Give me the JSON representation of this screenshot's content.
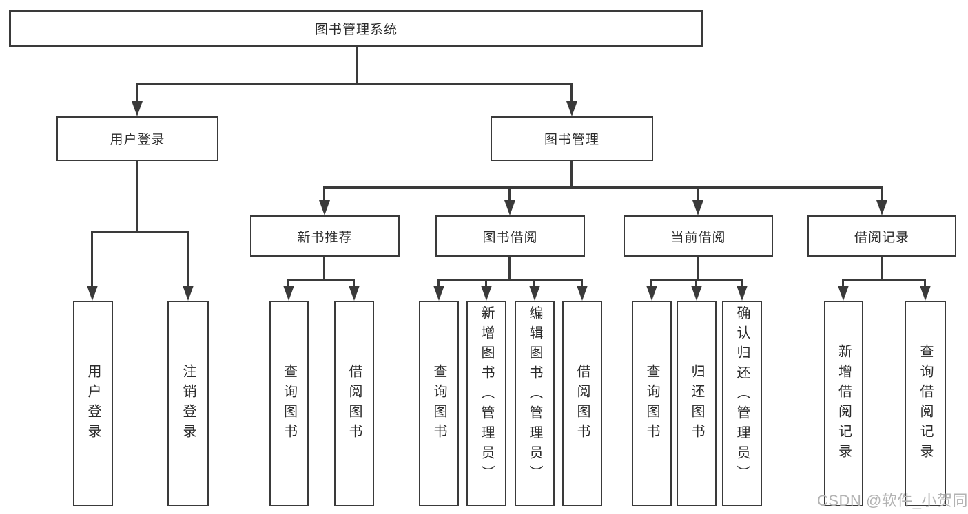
{
  "diagram": {
    "root": {
      "label": "图书管理系统"
    },
    "user_login": {
      "label": "用户登录",
      "children": [
        {
          "label": "用户登录"
        },
        {
          "label": "注销登录"
        }
      ]
    },
    "book_mgmt": {
      "label": "图书管理",
      "groups": [
        {
          "label": "新书推荐",
          "children": [
            {
              "label": "查询图书"
            },
            {
              "label": "借阅图书"
            }
          ]
        },
        {
          "label": "图书借阅",
          "children": [
            {
              "label": "查询图书"
            },
            {
              "label": "新增图书（管理员）"
            },
            {
              "label": "编辑图书（管理员）"
            },
            {
              "label": "借阅图书"
            }
          ]
        },
        {
          "label": "当前借阅",
          "children": [
            {
              "label": "查询图书"
            },
            {
              "label": "归还图书"
            },
            {
              "label": "确认归还（管理员）"
            }
          ]
        },
        {
          "label": "借阅记录",
          "children": [
            {
              "label": "新增借阅记录"
            },
            {
              "label": "查询借阅记录"
            }
          ]
        }
      ]
    }
  },
  "watermark": {
    "text": "CSDN @软件_小贺同学"
  },
  "colors": {
    "line": "#3a3a3a",
    "text": "#2c2c2c",
    "watermark": "#b3b3b3",
    "background": "#ffffff"
  }
}
